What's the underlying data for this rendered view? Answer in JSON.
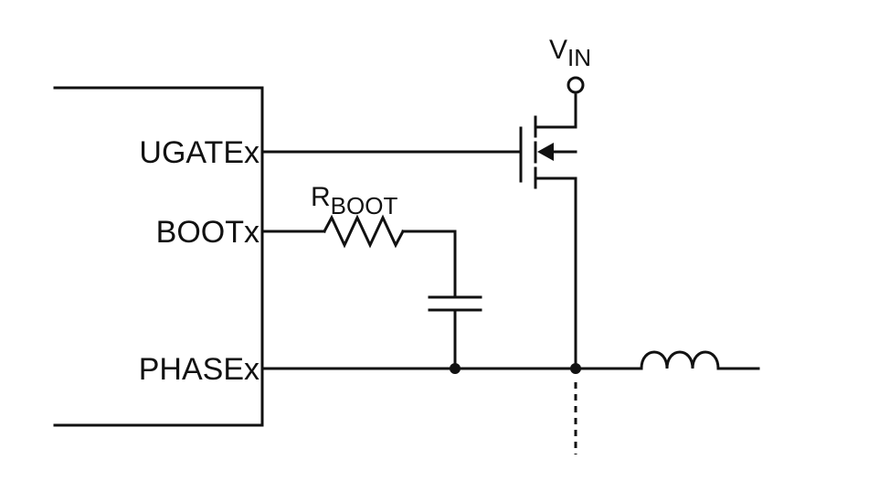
{
  "pins": {
    "ugate": "UGATEx",
    "boot": "BOOTx",
    "phase": "PHASEx"
  },
  "vin": {
    "main": "V",
    "sub": "IN"
  },
  "rboot": {
    "main": "R",
    "sub": "BOOT"
  },
  "colors": {
    "stroke": "#111111",
    "background": "#ffffff"
  }
}
